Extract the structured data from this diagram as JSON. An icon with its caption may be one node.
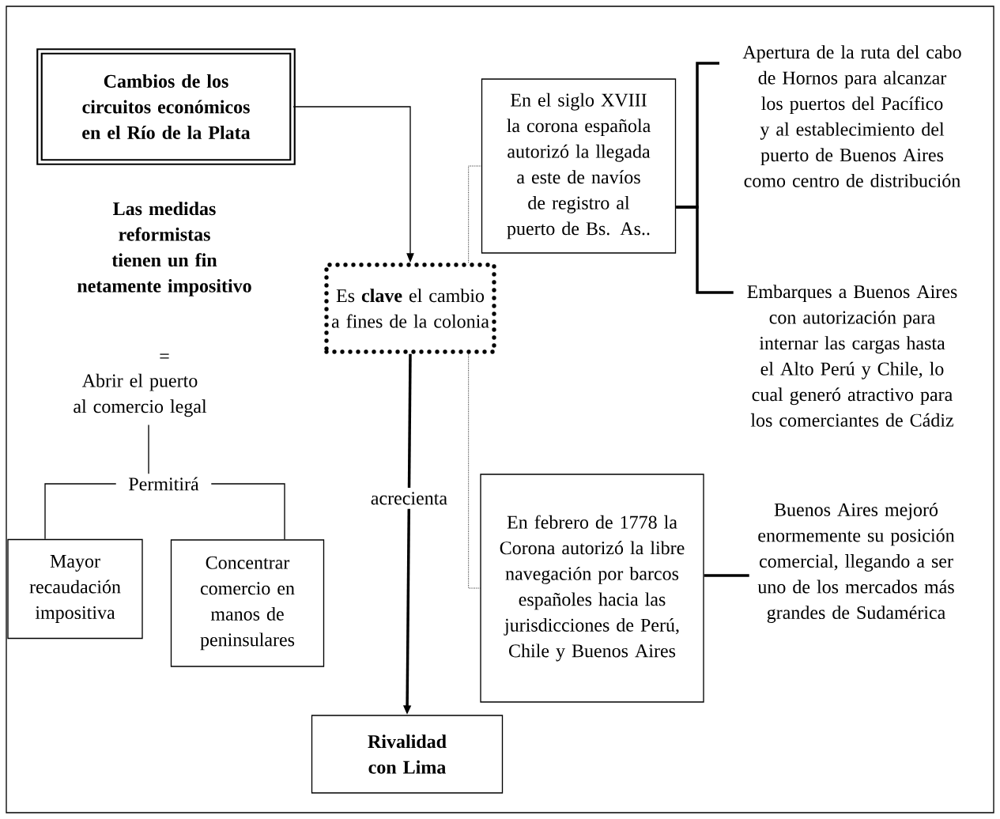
{
  "diagram": {
    "nodes": [
      {
        "text": [
          "Cambios de los circuitos económicos en el Río de la Plata"
        ]
      },
      {
        "text": [
          "Abrir el puerto al comercio legal"
        ]
      },
      {
        "text": [
          "Permitirá"
        ]
      },
      {
        "text": [
          "Mayor recaudación impositiva"
        ]
      },
      {
        "text": [
          "Concentrar comercio en manos de peninsulares"
        ]
      },
      {
        "text": [
          "Es **clave** el cambio a fines de la colonia"
        ]
      },
      {
        "text": [
          "Rivalidad con Lima"
        ]
      },
      {
        "text": [
          "En el siglo XVIII la corona española autorizó la llegada a este de navíos de registro al puerto de Bs. As.."
        ]
      },
      {
        "text": [
          "En febrero de 1778 la Corona autorizó la libre navegación por barcos españoles hacia las jurisdicciones de Perú, Chile y Buenos Aires"
        ]
      },
      {
        "text": [
          "Apertura de la ruta del cabo de Hornos para alcanzar los puertos del Pacífico y al establecimiento del puerto de Buenos Aires como centro de distribución"
        ]
      },
      {
        "text": [
          "Embarques a Buenos Aires con autorización para internar las cargas hasta el Alto Perú y Chile, lo cual generó atractivo para los comerciantes de Cádiz"
        ]
      },
      {
        "text": [
          "Buenos Aires mejoró enormemente su posición comercial, llegando a ser uno de los mercados más grandes de Sudamérica"
        ]
      }
    ],
    "edges": [
      {
        "from": 0,
        "to": 5,
        "arrow": "to"
      },
      {
        "from": 5,
        "to": 6,
        "arrow": "to",
        "label": "acrecienta",
        "style": "thick"
      },
      {
        "from": 5,
        "to": 7,
        "arrow": "none",
        "style": "dashed"
      },
      {
        "from": 5,
        "to": 8,
        "arrow": "none",
        "style": "dashed"
      },
      {
        "from": 7,
        "to": 9,
        "arrow": "none",
        "style": "thick"
      },
      {
        "from": 7,
        "to": 10,
        "arrow": "none",
        "style": "thick"
      },
      {
        "from": 8,
        "to": 11,
        "arrow": "none",
        "style": "thick"
      },
      {
        "from": 1,
        "to": 2,
        "arrow": "none"
      },
      {
        "from": 2,
        "to": 3,
        "arrow": "none"
      },
      {
        "from": 2,
        "to": 4,
        "arrow": "none"
      }
    ],
    "labels": [
      "Las medidas reformistas tienen un fin netamente impositivo",
      "="
    ]
  }
}
